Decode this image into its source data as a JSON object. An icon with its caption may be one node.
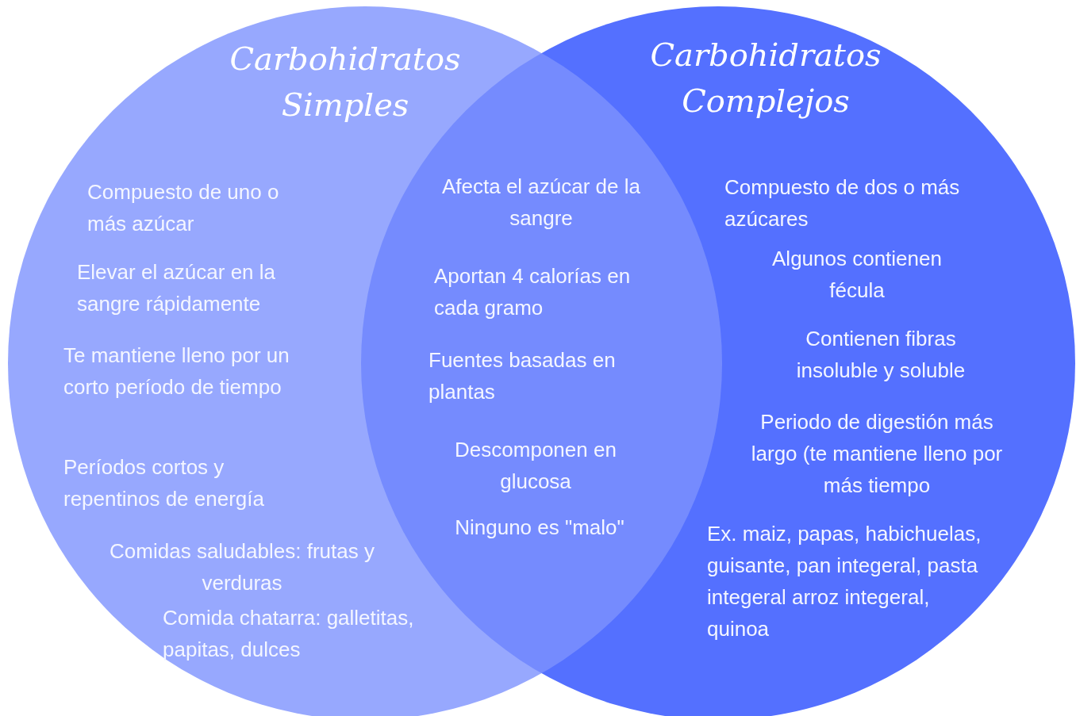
{
  "diagram": {
    "nodes": [
      {
        "text": [
          "Carbohidratos Simples",
          "Compuesto de uno o más azúcar",
          "Elevar el azúcar en la sangre rápidamente",
          "Te mantiene lleno por un corto período de tiempo",
          "Períodos cortos y repentinos de energía",
          "Comidas saludables: frutas y verduras",
          "Comida chatarra: galletitas, papitas, dulces"
        ]
      },
      {
        "text": [
          "Carbohidratos Complejos",
          "Compuesto de dos o más azúcares",
          "Algunos contienen fécula",
          "Contienen fibras insoluble y soluble",
          "Periodo de digestión más largo (te mantiene lleno por más tiempo",
          "Ex. maiz, papas, habichuelas, guisante, pan integeral, pasta integeral arroz integeral, quinoa"
        ]
      }
    ],
    "labels": [
      "Afecta el azúcar de la sangre",
      "Aportan 4 calorías en cada gramo",
      "Fuentes basadas en plantas",
      "Descomponen en glucosa",
      "Ninguno es \"malo\""
    ]
  }
}
